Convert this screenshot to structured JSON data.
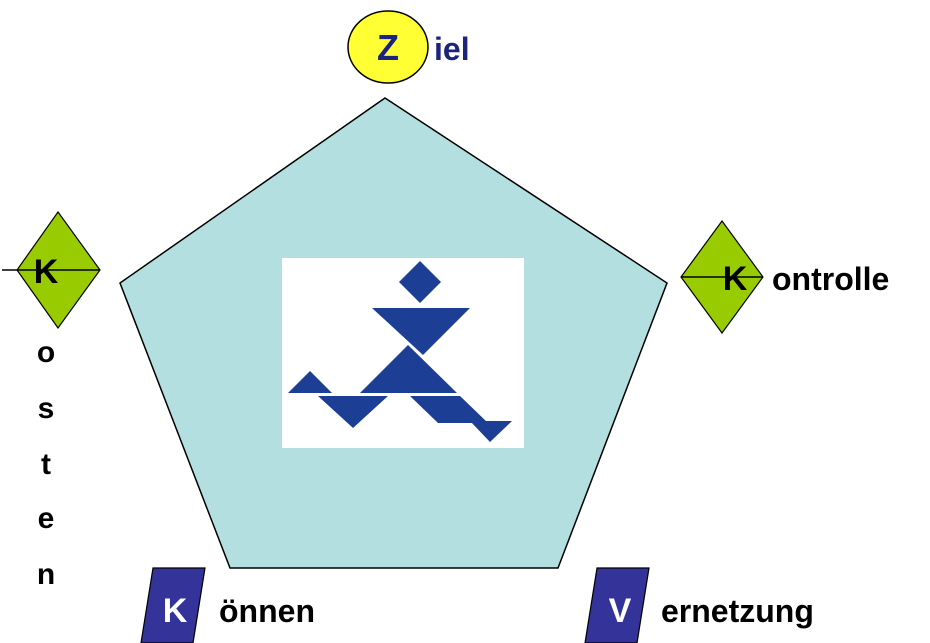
{
  "ziel": {
    "letter": "Z",
    "rest": "iel",
    "badge_color": "#ffff33",
    "text_color": "#1a237e"
  },
  "kontrolle": {
    "letter": "K",
    "rest": "ontrolle",
    "badge_color": "#99cc00"
  },
  "kosten": {
    "letter": "K",
    "rest_letters": [
      "o",
      "s",
      "t",
      "e",
      "n"
    ],
    "badge_color": "#99cc00"
  },
  "koennen": {
    "letter": "K",
    "rest": "önnen",
    "badge_color": "#333399"
  },
  "vernetzung": {
    "letter": "V",
    "rest": "ernetzung",
    "badge_color": "#333399"
  },
  "colors": {
    "pentagon_fill": "#b4dfe0",
    "figure_fill": "#1c3e94"
  },
  "figure": {
    "name": "tangram-runner-figure"
  }
}
